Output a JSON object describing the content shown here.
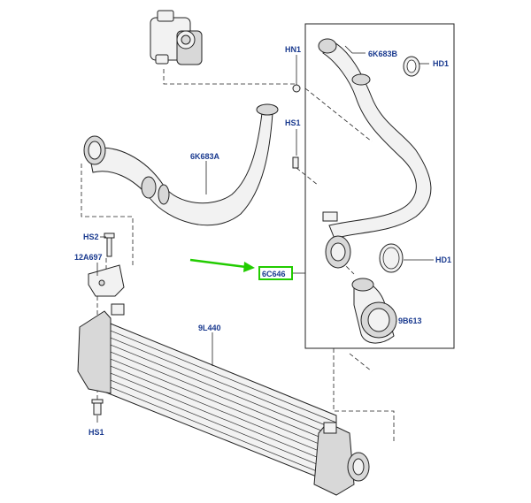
{
  "diagram": {
    "highlight_color": "#22cc00",
    "label_color": "#1a3a8f",
    "callouts": {
      "hn1": "HN1",
      "hd1_top": "HD1",
      "pipe_6k683b": "6K683B",
      "hs1_top": "HS1",
      "pipe_6k683a": "6K683A",
      "hs2": "HS2",
      "bracket_12a697": "12A697",
      "part_6c646": "6C646",
      "hd1_lower": "HD1",
      "hose_9b613": "9B613",
      "intercooler_9l440": "9L440",
      "hs1_bottom": "HS1"
    }
  }
}
